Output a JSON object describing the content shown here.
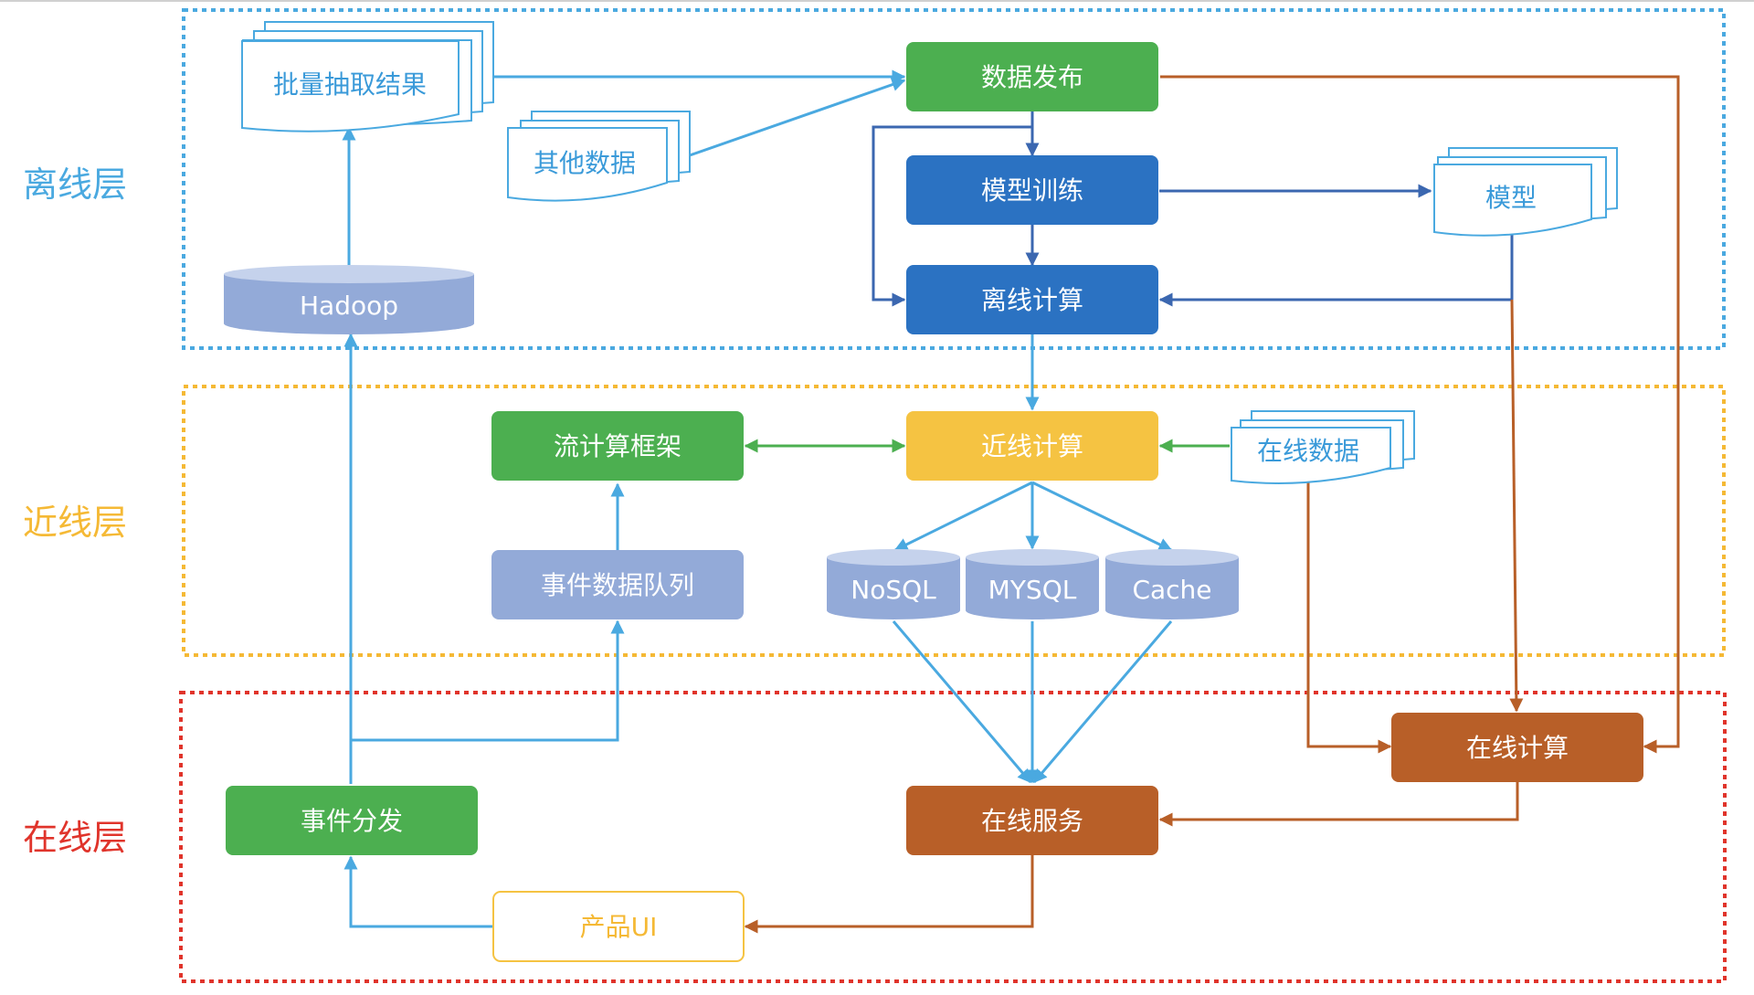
{
  "colors": {
    "offline": "#4aa9e0",
    "nearline": "#f5b935",
    "online": "#e0342b",
    "green": "#4caf50",
    "blue_dark": "#2b72c2",
    "yellow": "#f5c342",
    "orange": "#b85f28",
    "lavender": "#93aad8",
    "arrow_blue": "#4aa9e0",
    "arrow_navy": "#3b67b0",
    "arrow_orange": "#b85f28",
    "arrow_green": "#4caf50"
  },
  "layers": {
    "offline": "离线层",
    "nearline": "近线层",
    "online": "在线层"
  },
  "nodes": {
    "batch_extract": "批量抽取结果",
    "other_data": "其他数据",
    "hadoop": "Hadoop",
    "data_publish": "数据发布",
    "model_training": "模型训练",
    "offline_compute": "离线计算",
    "model": "模型",
    "stream_framework": "流计算框架",
    "event_queue": "事件数据队列",
    "nearline_compute": "近线计算",
    "online_data": "在线数据",
    "nosql": "NoSQL",
    "mysql": "MYSQL",
    "cache": "Cache",
    "event_dispatch": "事件分发",
    "online_service": "在线服务",
    "online_compute": "在线计算",
    "product_ui": "产品UI"
  }
}
